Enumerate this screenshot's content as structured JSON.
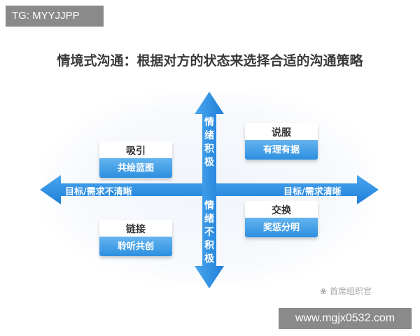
{
  "tag": "TG: MYYJJPP",
  "title": "情境式沟通：根据对方的状态来选择合适的沟通策略",
  "axes": {
    "left_label": "目标/需求不清晰",
    "right_label": "目标/需求清晰",
    "top_label": "情绪积极",
    "bottom_label": "情绪不积极"
  },
  "quadrants": [
    {
      "position": "top-left",
      "title": "吸引",
      "subtitle": "共绘蓝图"
    },
    {
      "position": "top-right",
      "title": "说服",
      "subtitle": "有理有据"
    },
    {
      "position": "bottom-left",
      "title": "链接",
      "subtitle": "聆听共创"
    },
    {
      "position": "bottom-right",
      "title": "交换",
      "subtitle": "奖惩分明"
    }
  ],
  "watermark": "首席组织官",
  "url": "www.mgjx0532.com",
  "colors": {
    "arrow": "#2b8ee6",
    "box_bottom": "#2d8fe0",
    "label_bg": "#8a8a8a"
  }
}
